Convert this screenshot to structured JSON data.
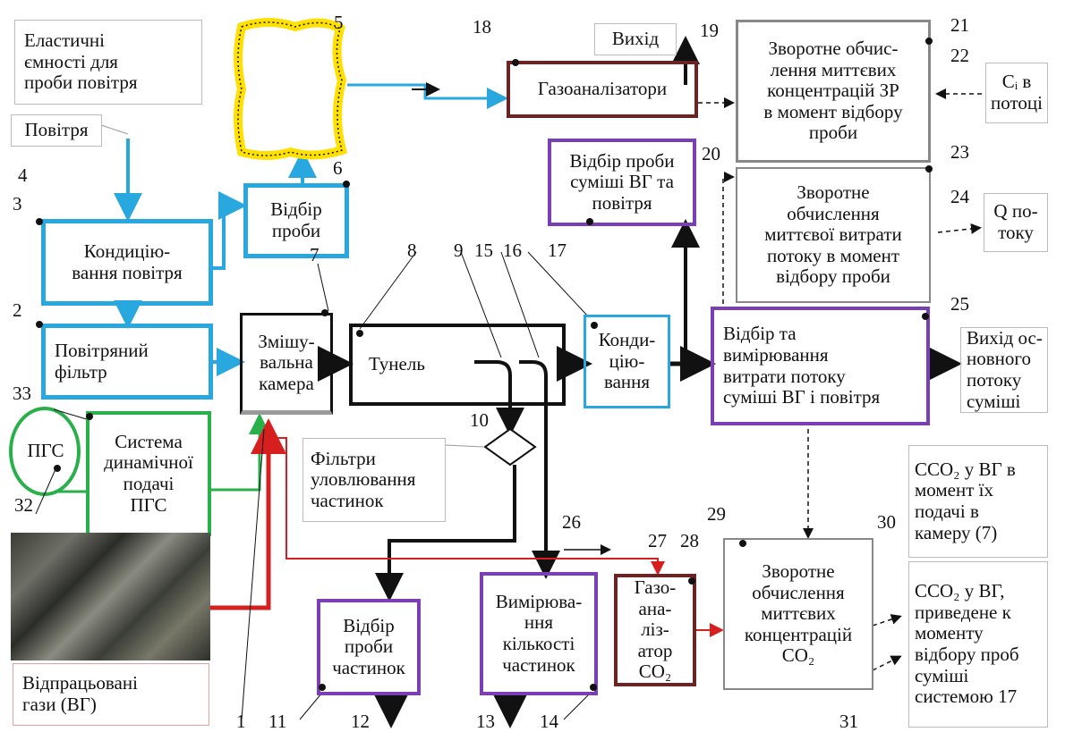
{
  "labels": {
    "elastic": "Еластичні\nємності для\nпроби повітря",
    "air": "Повітря",
    "conditioning_air": "Кондицію-\nвання повітря",
    "air_filter": "Повітряний\nфільтр",
    "sampling": "Відбір\nпроби",
    "mixing": "Змішу-\nвальна\nкамера",
    "tunnel": "Тунель",
    "conditioning": "Конди-\nцію-\nвання",
    "gas_analyzers": "Газоаналізатори",
    "exit": "Вихід",
    "inverse19": "Зворотне обчис-\nлення миттєвих\nконцентрацій ЗР\nв момент відбору\nпроби",
    "ci": "Cᵢ в\nпотоці",
    "sample17": "Відбір проби\nсуміші ВГ та\nповітря",
    "inverse20": "Зворотне\nобчислення\nмиттєвої витрати\nпотоку в момент\nвідбору проби",
    "q": "Q по-\nтоку",
    "sample25": "Відбір та\nвимірювання\nвитрати потоку\nсуміші ВГ і повітря",
    "main_exit": "Вихід ос-\nновного\nпотоку\nсуміші",
    "pgs": "ПГС",
    "dyn_pgs": "Система\nдинамічної\nподачі\nПГС",
    "filters": "Фільтри\nуловлювання\nчастинок",
    "exhaust": "Відпрацьовані\nгази (ВГ)",
    "particle_sample": "Відбір\nпроби\nчастинок",
    "particle_count": "Вимірюва-\nння\nкількості\nчастинок",
    "co2_analyzer": "Газо-\nана-\nліз-\nатор\nCO₂",
    "inverse29": "Зворотне\nобчислення\nмиттєвих\nконцентрацій\nCO₂",
    "cco2_30": "CCO₂ у ВГ в\nмомент їх\nподачі в\nкамеру (7)",
    "cco2_31": "CCO₂ у ВГ,\nприведене к\nмоменту\nвідбору проб\nсуміші\nсистемою 17"
  },
  "numbers": [
    "1",
    "2",
    "3",
    "4",
    "5",
    "6",
    "7",
    "8",
    "9",
    "10",
    "11",
    "12",
    "13",
    "14",
    "15",
    "16",
    "17",
    "18",
    "19",
    "20",
    "21",
    "22",
    "23",
    "24",
    "25",
    "26",
    "27",
    "28",
    "29",
    "30",
    "31",
    "32",
    "33"
  ],
  "colors": {
    "blue": "#29a8e0",
    "green": "#29b04b",
    "purple": "#7a3fb5",
    "brown": "#6b2424",
    "red": "#d62020",
    "yellow": "#ffe000"
  }
}
